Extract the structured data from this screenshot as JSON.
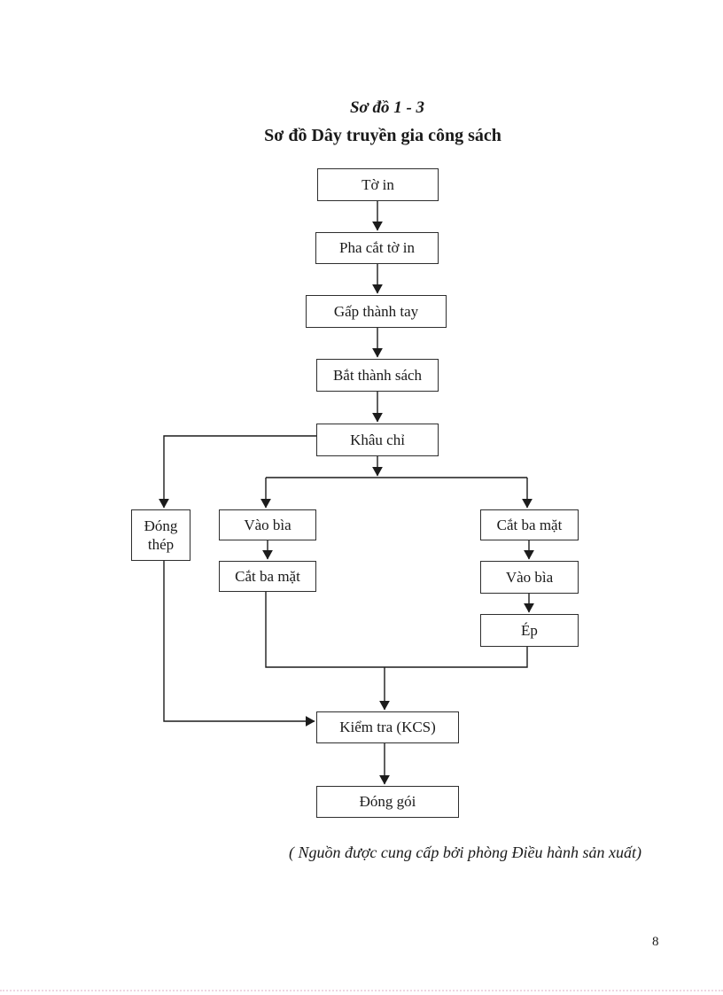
{
  "doc": {
    "title": "Sơ đồ 1 - 3",
    "subtitle": "Sơ đồ Dây truyền gia công sách",
    "source_note": "( Nguồn được cung cấp bởi phòng Điều hành sản xuất)",
    "page_number": "8"
  },
  "flowchart": {
    "nodes": {
      "to_in": "Tờ in",
      "pha_cat_to_in": "Pha cắt tờ in",
      "gap_thanh_tay": "Gấp thành tay",
      "bat_thanh_sach": "Bắt thành sách",
      "khau_chi": "Khâu chỉ",
      "dong_thep": "Đóng thép",
      "vao_bia_left": "Vào bìa",
      "cat_ba_mat_left": "Cắt ba mặt",
      "cat_ba_mat_right": "Cắt ba mặt",
      "vao_bia_right": "Vào bìa",
      "ep": "Ép",
      "kiem_tra": "Kiểm tra (KCS)",
      "dong_goi": "Đóng gói"
    },
    "edges": [
      [
        "to_in",
        "pha_cat_to_in"
      ],
      [
        "pha_cat_to_in",
        "gap_thanh_tay"
      ],
      [
        "gap_thanh_tay",
        "bat_thanh_sach"
      ],
      [
        "bat_thanh_sach",
        "khau_chi"
      ],
      [
        "khau_chi",
        "dong_thep"
      ],
      [
        "khau_chi",
        "vao_bia_left"
      ],
      [
        "khau_chi",
        "cat_ba_mat_right"
      ],
      [
        "vao_bia_left",
        "cat_ba_mat_left"
      ],
      [
        "cat_ba_mat_right",
        "vao_bia_right"
      ],
      [
        "vao_bia_right",
        "ep"
      ],
      [
        "cat_ba_mat_left",
        "kiem_tra"
      ],
      [
        "ep",
        "kiem_tra"
      ],
      [
        "dong_thep",
        "kiem_tra"
      ],
      [
        "kiem_tra",
        "dong_goi"
      ]
    ],
    "line_color": "#1c1c1c"
  }
}
